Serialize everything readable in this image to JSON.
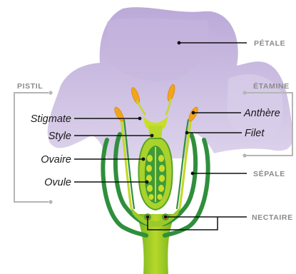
{
  "labels": {
    "petale": "PÉTALE",
    "etamine": "ÉTAMINE",
    "pistil": "PISTIL",
    "sepale": "SÉPALE",
    "nectaire": "NECTAIRE",
    "stigmate": "Stigmate",
    "style": "Style",
    "ovaire": "Ovaire",
    "ovule": "Ovule",
    "anthere": "Anthère",
    "filet": "Filet"
  },
  "colors": {
    "petal": "#cbbce0",
    "petal_dark": "#b9a6d6",
    "stem": "#8fc21f",
    "sepal": "#2f8f3c",
    "ovary_outer": "#a9d22b",
    "ovule": "#3f9a3a",
    "anther": "#f2a51a",
    "filament": "#c2d92a",
    "caps_text": "#8a8a8a"
  }
}
